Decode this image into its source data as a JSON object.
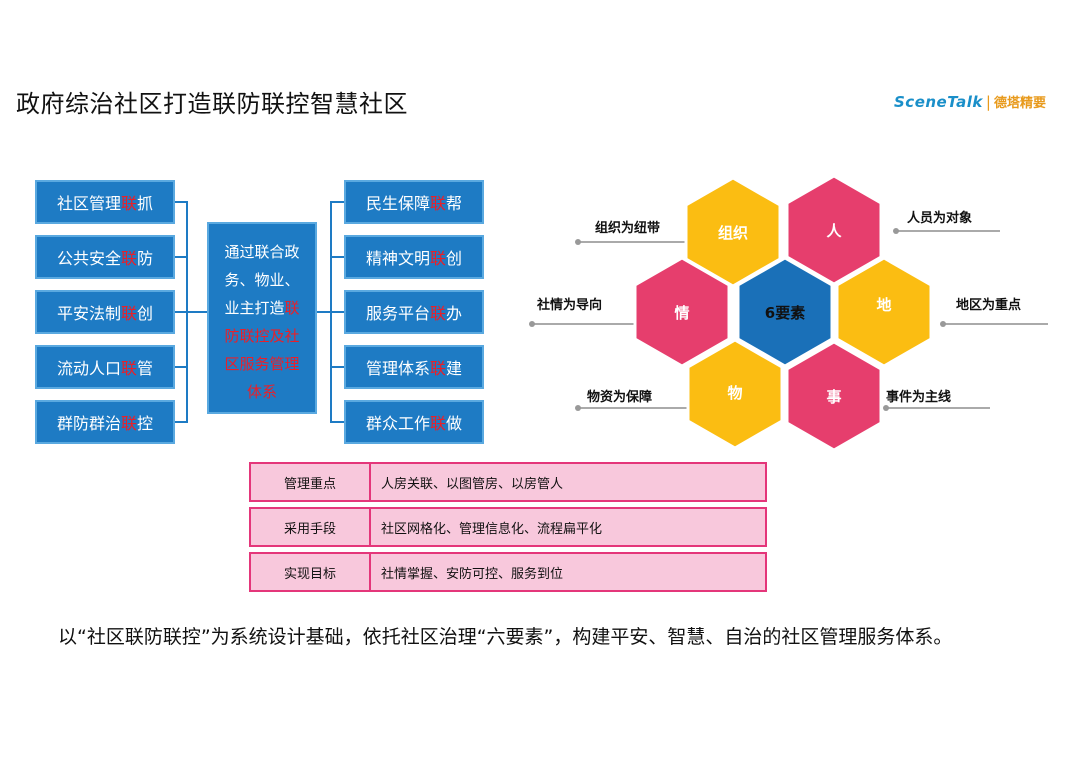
{
  "title": "政府综治社区打造联防联控智慧社区",
  "logo": {
    "en": "SceneTalk",
    "sep": "|",
    "cn": "德塔精要"
  },
  "left_items": [
    {
      "pre": "社区管理",
      "red": "联",
      "post": "抓"
    },
    {
      "pre": "公共安全",
      "red": "联",
      "post": "防"
    },
    {
      "pre": "平安法制",
      "red": "联",
      "post": "创"
    },
    {
      "pre": "流动人口",
      "red": "联",
      "post": "管"
    },
    {
      "pre": "群防群治",
      "red": "联",
      "post": "控"
    }
  ],
  "center": {
    "line1": "通过联合政",
    "line2": "务、物业、",
    "line3_white": "业主打造",
    "line3_red": "联",
    "line4": "防联控及社",
    "line5": "区服务管理",
    "line6": "体系"
  },
  "right_items": [
    {
      "pre": "民生保障",
      "red": "联",
      "post": "帮"
    },
    {
      "pre": "精神文明",
      "red": "联",
      "post": "创"
    },
    {
      "pre": "服务平台",
      "red": "联",
      "post": "办"
    },
    {
      "pre": "管理体系",
      "red": "联",
      "post": "建"
    },
    {
      "pre": "群众工作",
      "red": "联",
      "post": "做"
    }
  ],
  "hexagons": {
    "center": "6要素",
    "top_left": "组织",
    "top_right": "人",
    "mid_left": "情",
    "mid_right": "地",
    "bot_left": "物",
    "bot_right": "事"
  },
  "hex_labels": {
    "top_left": "组织为纽带",
    "top_right": "人员为对象",
    "mid_left": "社情为导向",
    "mid_right": "地区为重点",
    "bot_left": "物资为保障",
    "bot_right": "事件为主线"
  },
  "table": [
    {
      "key": "管理重点",
      "value": "人房关联、以图管房、以房管人"
    },
    {
      "key": "采用手段",
      "value": "社区网格化、管理信息化、流程扁平化"
    },
    {
      "key": "实现目标",
      "value": "社情掌握、安防可控、服务到位"
    }
  ],
  "summary": "以“社区联防联控”为系统设计基础，依托社区治理“六要素”，构建平安、智慧、自治的社区管理服务体系。",
  "colors": {
    "blue": "#1e7bc4",
    "red": "#e8202a",
    "yellow": "#fbbd12",
    "pink": "#e63e6d",
    "hex_center": "#1a70b8",
    "table_fill": "#f8c8dc",
    "table_border": "#e4367a"
  }
}
